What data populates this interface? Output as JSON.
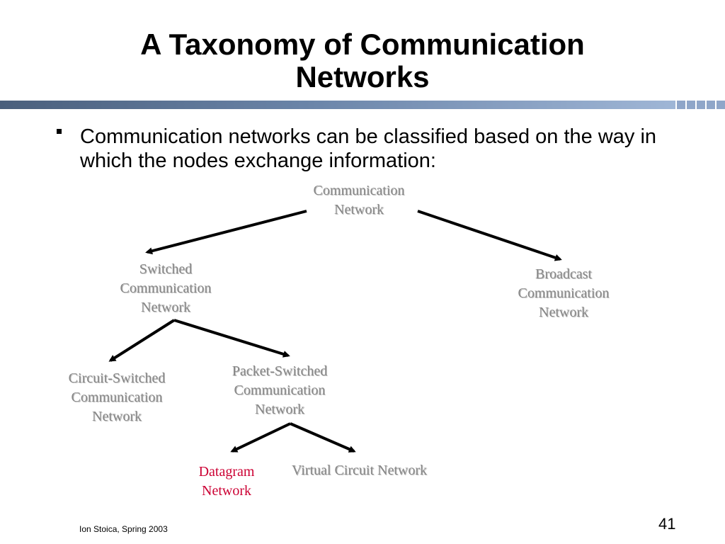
{
  "slide": {
    "title": "A Taxonomy of Communication\nNetworks",
    "bullet": "Communication networks can be classified based on the way in which the nodes exchange information:"
  },
  "diagram": {
    "nodes": {
      "root": "Communication\nNetwork",
      "switched": "Switched\nCommunication\nNetwork",
      "broadcast": "Broadcast\nCommunication\nNetwork",
      "circuit": "Circuit-Switched\nCommunication\nNetwork",
      "packet": "Packet-Switched\nCommunication\nNetwork",
      "datagram": "Datagram\nNetwork",
      "virtual": "Virtual Circuit Network"
    },
    "edges": [
      {
        "from": "root",
        "to": "switched"
      },
      {
        "from": "root",
        "to": "broadcast"
      },
      {
        "from": "switched",
        "to": "circuit"
      },
      {
        "from": "switched",
        "to": "packet"
      },
      {
        "from": "packet",
        "to": "datagram"
      },
      {
        "from": "packet",
        "to": "virtual"
      }
    ],
    "colors": {
      "node_text": "#888888",
      "highlight": "#cc0033",
      "arrow": "#000000"
    }
  },
  "footer": {
    "author": "Ion Stoica, Spring 2003",
    "page": "41"
  }
}
